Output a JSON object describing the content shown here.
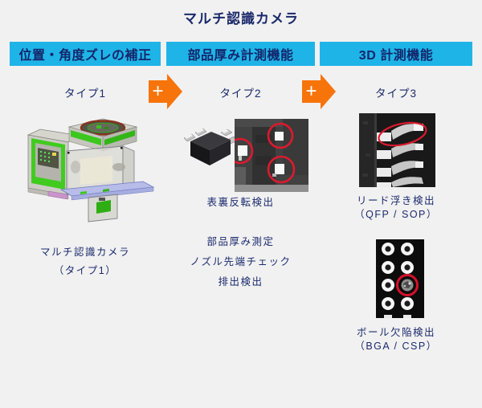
{
  "title": "マルチ認識カメラ",
  "colors": {
    "background": "#f1f1f1",
    "header_bar_cyan": "#1fb4e7",
    "text_navy": "#1b2a6b",
    "connector_orange": "#f7740a",
    "highlight_red": "#dc1a2e"
  },
  "columns": [
    {
      "header": "位置・角度ズレの補正",
      "type": "タイプ1",
      "image": "multi-recognition-camera-cad-model",
      "caption_line1": "マルチ認識カメラ",
      "caption_line2": "（タイプ1）"
    },
    {
      "header": "部品厚み計測機能",
      "type": "タイプ2",
      "image": "chip-component-and-flip-detection-photo",
      "photo_caption": "表裏反転検出",
      "features": [
        {
          "label": "部品厚み測定"
        },
        {
          "label": "ノズル先端チェック"
        },
        {
          "label": "排出検出"
        }
      ]
    },
    {
      "header": "3D 計測機能",
      "type": "タイプ3",
      "lead_image": "lifted-lead-detection-photo",
      "lead_caption_line1": "リード浮き検出",
      "lead_caption_line2": "（QFP / SOP）",
      "ball_image": "ball-defect-detection-photo",
      "ball_caption_line1": "ボール欠陥検出",
      "ball_caption_line2": "（BGA / CSP）"
    }
  ],
  "connectors": [
    {
      "icon": "plus-arrow-icon",
      "symbol": "+"
    },
    {
      "icon": "plus-arrow-icon",
      "symbol": "+"
    }
  ]
}
